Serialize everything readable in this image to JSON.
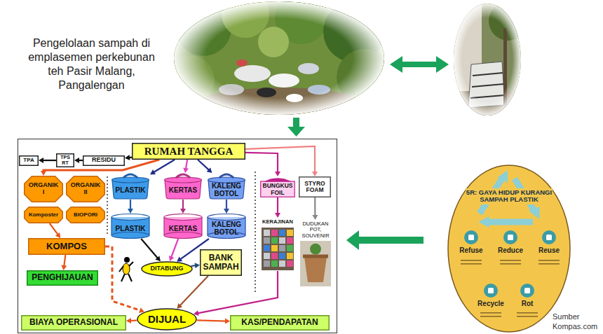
{
  "diagram": {
    "nodes": [
      {
        "text": [
          "RUMAH TANGGA"
        ]
      },
      {
        "text": [
          "RESIDU"
        ]
      },
      {
        "text": [
          "TPS RT"
        ]
      },
      {
        "text": [
          "TPA"
        ]
      },
      {
        "text": [
          "ORGANIK I"
        ]
      },
      {
        "text": [
          "ORGANIK II"
        ]
      },
      {
        "text": [
          "Komposter"
        ]
      },
      {
        "text": [
          "BIOPORI"
        ]
      },
      {
        "text": [
          "PLASTIK"
        ]
      },
      {
        "text": [
          "KERTAS"
        ]
      },
      {
        "text": [
          "KALENG BOTOL"
        ]
      },
      {
        "text": [
          "BUNGKUS FOIL"
        ]
      },
      {
        "text": [
          "STYRO FOAM"
        ]
      },
      {
        "text": [
          "PLASTIK"
        ]
      },
      {
        "text": [
          "KERTAS"
        ]
      },
      {
        "text": [
          "KALENG BOTOL"
        ]
      },
      {
        "text": [
          "KERAJINAN"
        ]
      },
      {
        "text": [
          "DUDUKAN POT, SOUVENIR"
        ]
      },
      {
        "text": [
          "KOMPOS"
        ]
      },
      {
        "text": [
          "DITABUNG"
        ]
      },
      {
        "text": [
          "BANK SAMPAH"
        ]
      },
      {
        "text": [
          "PENGHIJAUAN"
        ]
      },
      {
        "text": [
          "BIAYA OPERASIONAL"
        ]
      },
      {
        "text": [
          "DIJUAL"
        ]
      },
      {
        "text": [
          "KAS/PENDAPATAN"
        ]
      },
      {
        "text": [
          "5R: GAYA HIDUP KURANGI SAMPAH PLASTIK",
          "Refuse",
          "Reduce",
          "Reuse",
          "Recycle",
          "Rot"
        ]
      }
    ],
    "edges": [
      {
        "from": 0,
        "to": 1,
        "arrow": "to"
      },
      {
        "from": 1,
        "to": 2,
        "arrow": "to"
      },
      {
        "from": 2,
        "to": 3,
        "arrow": "to"
      },
      {
        "from": 0,
        "to": 4,
        "arrow": "to"
      },
      {
        "from": 0,
        "to": 8,
        "arrow": "to"
      },
      {
        "from": 0,
        "to": 9,
        "arrow": "to"
      },
      {
        "from": 0,
        "to": 10,
        "arrow": "to"
      },
      {
        "from": 0,
        "to": 11,
        "arrow": "to"
      },
      {
        "from": 0,
        "to": 12,
        "arrow": "to"
      },
      {
        "from": 6,
        "to": 18,
        "arrow": "to"
      },
      {
        "from": 18,
        "to": 21,
        "arrow": "to"
      },
      {
        "from": 18,
        "to": 23,
        "arrow": "to"
      },
      {
        "from": 8,
        "to": 13,
        "arrow": "to"
      },
      {
        "from": 9,
        "to": 14,
        "arrow": "to"
      },
      {
        "from": 10,
        "to": 15,
        "arrow": "to"
      },
      {
        "from": 13,
        "to": 19,
        "arrow": "to"
      },
      {
        "from": 14,
        "to": 19,
        "arrow": "to"
      },
      {
        "from": 15,
        "to": 19,
        "arrow": "to"
      },
      {
        "from": 19,
        "to": 20,
        "arrow": "to"
      },
      {
        "from": 20,
        "to": 23,
        "arrow": "to"
      },
      {
        "from": 11,
        "to": 16,
        "arrow": "to"
      },
      {
        "from": 12,
        "to": 17,
        "arrow": "to"
      },
      {
        "from": 16,
        "to": 23,
        "arrow": "to"
      },
      {
        "from": 23,
        "to": 22,
        "arrow": "to"
      },
      {
        "from": 23,
        "to": 24,
        "arrow": "to"
      }
    ],
    "labels": [
      "Pengelolaan sampah di emplasemen perkebunan teh Pasir Malang, Pangalengan",
      "Sumber Kompas.com"
    ]
  }
}
